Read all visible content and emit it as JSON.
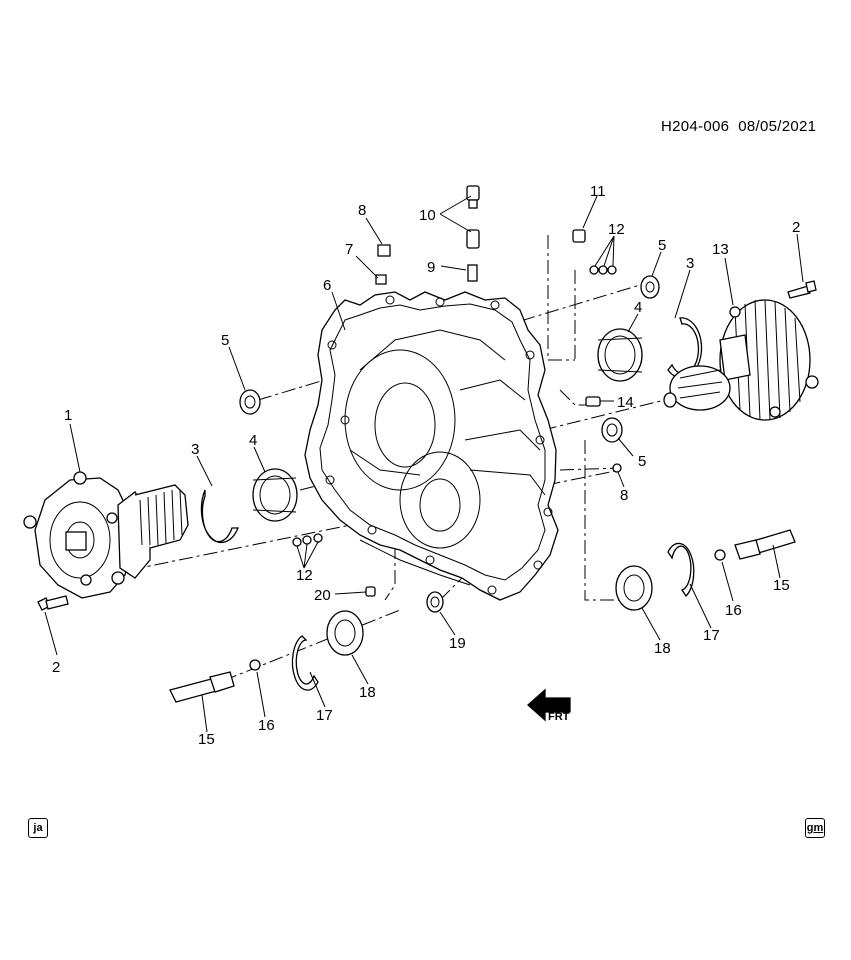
{
  "header": {
    "reference": "H204-006",
    "date": "08/05/2021"
  },
  "callouts": [
    {
      "id": "c1",
      "text": "1"
    },
    {
      "id": "c2a",
      "text": "2"
    },
    {
      "id": "c2b",
      "text": "2"
    },
    {
      "id": "c3a",
      "text": "3"
    },
    {
      "id": "c3b",
      "text": "3"
    },
    {
      "id": "c4a",
      "text": "4"
    },
    {
      "id": "c4b",
      "text": "4"
    },
    {
      "id": "c5a",
      "text": "5"
    },
    {
      "id": "c5b",
      "text": "5"
    },
    {
      "id": "c5c",
      "text": "5"
    },
    {
      "id": "c6",
      "text": "6"
    },
    {
      "id": "c7",
      "text": "7"
    },
    {
      "id": "c8a",
      "text": "8"
    },
    {
      "id": "c8b",
      "text": "8"
    },
    {
      "id": "c9",
      "text": "9"
    },
    {
      "id": "c10",
      "text": "10"
    },
    {
      "id": "c11",
      "text": "11"
    },
    {
      "id": "c12a",
      "text": "12"
    },
    {
      "id": "c12b",
      "text": "12"
    },
    {
      "id": "c13",
      "text": "13"
    },
    {
      "id": "c14",
      "text": "14"
    },
    {
      "id": "c15a",
      "text": "15"
    },
    {
      "id": "c15b",
      "text": "15"
    },
    {
      "id": "c16a",
      "text": "16"
    },
    {
      "id": "c16b",
      "text": "16"
    },
    {
      "id": "c17a",
      "text": "17"
    },
    {
      "id": "c17b",
      "text": "17"
    },
    {
      "id": "c18a",
      "text": "18"
    },
    {
      "id": "c18b",
      "text": "18"
    },
    {
      "id": "c19",
      "text": "19"
    },
    {
      "id": "c20",
      "text": "20"
    }
  ],
  "direction_marker": {
    "text": "FRT",
    "icon": "front-arrow-icon"
  },
  "corner_badges": {
    "left": {
      "text": "ja",
      "icon": "artist-initials-icon"
    },
    "right": {
      "text": "gm",
      "icon": "gm-logo-icon"
    }
  }
}
